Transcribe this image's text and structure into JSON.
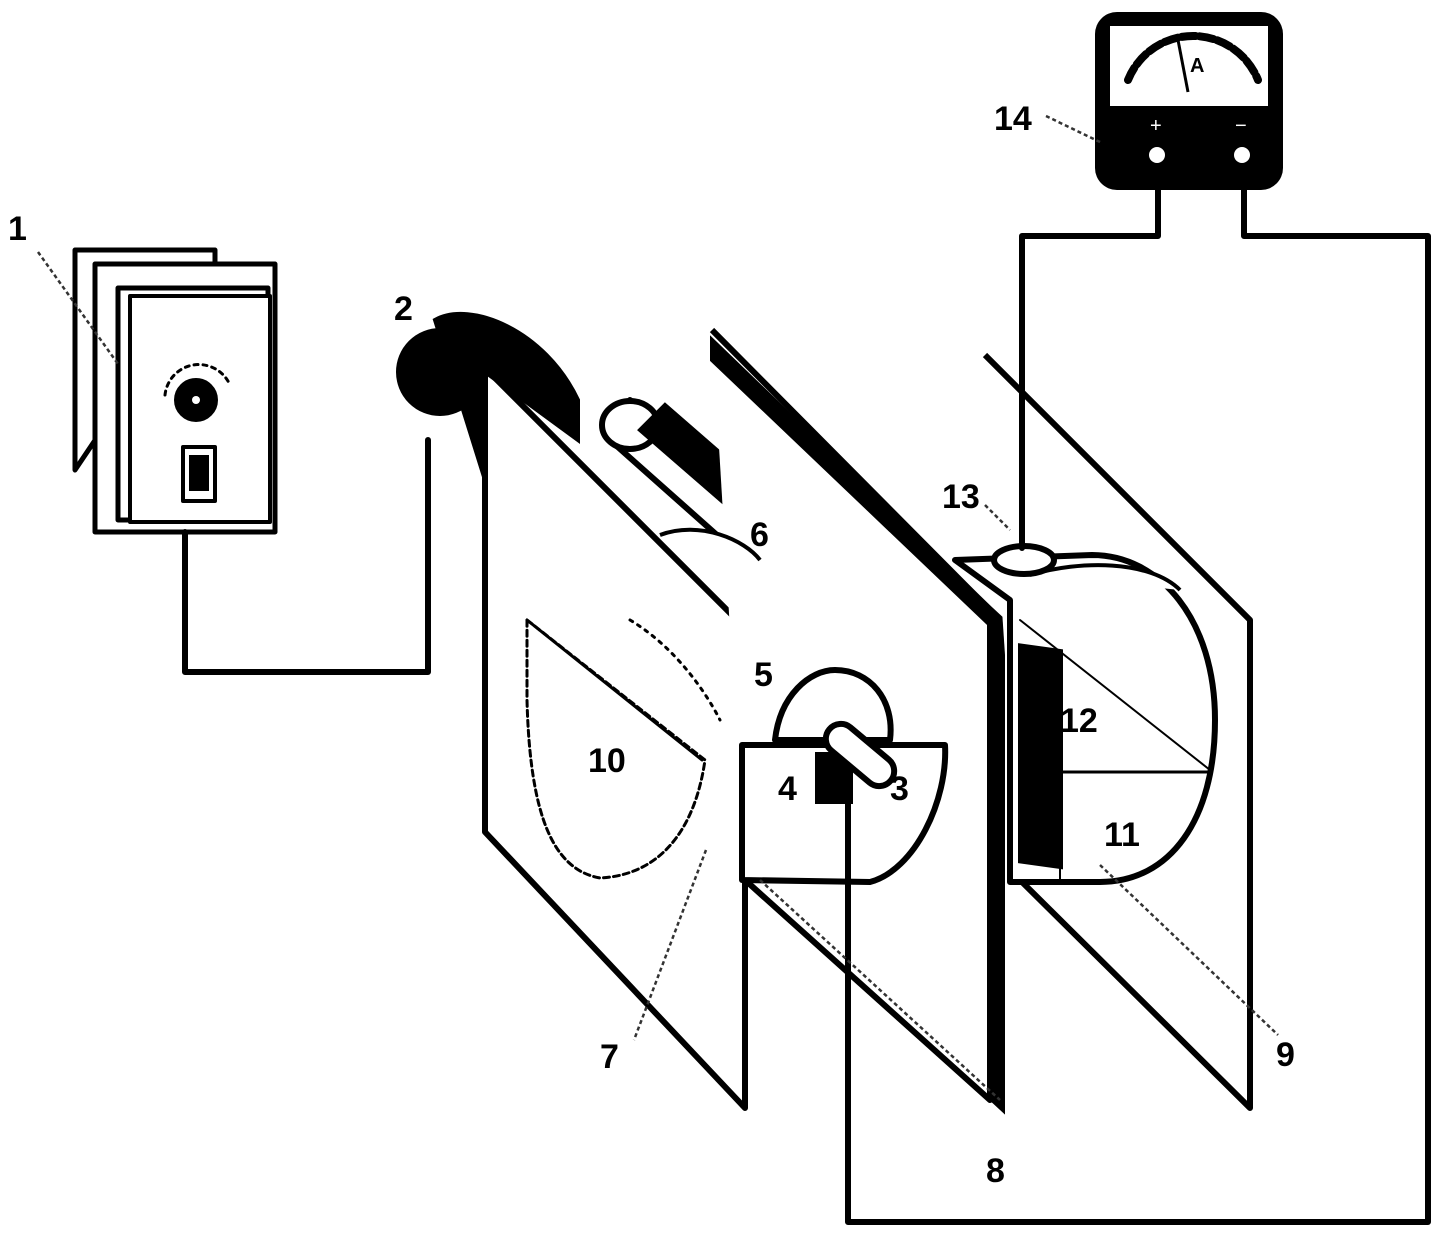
{
  "labels": {
    "l1": "1",
    "l2": "2",
    "l3": "3",
    "l4": "4",
    "l5": "5",
    "l6": "6",
    "l7": "7",
    "l8": "8",
    "l9": "9",
    "l10": "10",
    "l11": "11",
    "l12": "12",
    "l13": "13",
    "l14": "14"
  },
  "ammeter": {
    "unit": "A",
    "plus": "+",
    "minus": "−"
  },
  "colors": {
    "ink": "#000000",
    "background": "#ffffff"
  }
}
